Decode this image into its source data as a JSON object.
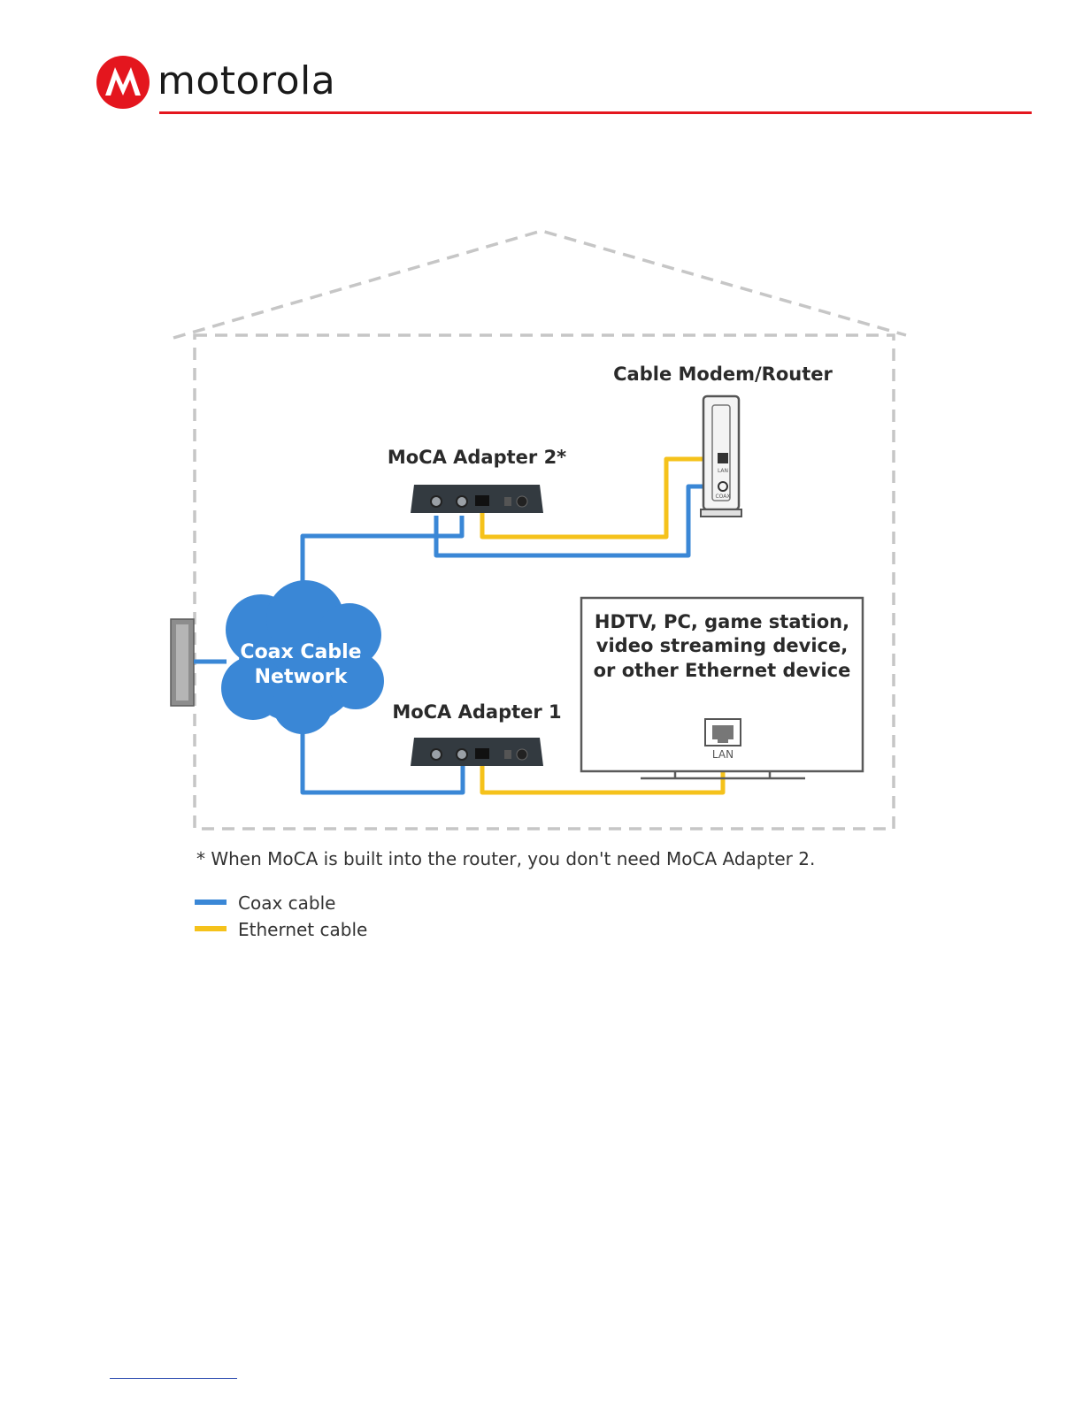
{
  "brand": {
    "name": "motorola",
    "color": "#e4161e"
  },
  "diagram": {
    "modem_label": "Cable Modem/Router",
    "adapter2_label": "MoCA Adapter 2*",
    "adapter1_label": "MoCA Adapter 1",
    "cloud_line1": "Coax Cable",
    "cloud_line2": "Network",
    "device_line1": "HDTV, PC, game station,",
    "device_line2": "video streaming device,",
    "device_line3": "or other Ethernet device",
    "device_port_label": "LAN",
    "modem_port_lan": "LAN",
    "modem_port_coax": "COAX",
    "footnote": "* When MoCA is built into the router, you don't need MoCA Adapter 2."
  },
  "legend": [
    {
      "label": "Coax cable",
      "color": "#3a87d6"
    },
    {
      "label": "Ethernet cable",
      "color": "#f5c21b"
    }
  ]
}
